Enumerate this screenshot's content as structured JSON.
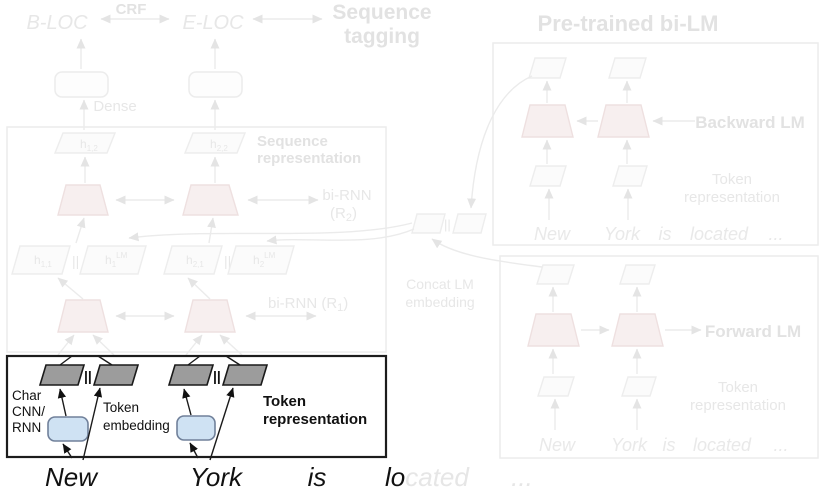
{
  "top": {
    "b_loc": "B-LOC",
    "crf": "CRF",
    "e_loc": "E-LOC",
    "seq_tagging_1": "Sequence",
    "seq_tagging_2": "tagging"
  },
  "model": {
    "dense": "Dense",
    "seq_repr_1": "Sequence",
    "seq_repr_2": "representation",
    "bi_rnn_r2": {
      "line1": "bi-RNN",
      "pre": "(R",
      "sub": "2",
      "post": ")"
    },
    "bi_rnn_r1": {
      "pre": "bi-RNN (R",
      "sub": "1",
      "post": ")"
    },
    "bars": "||",
    "h12": {
      "base": "h",
      "sub": "1,2"
    },
    "h22": {
      "base": "h",
      "sub": "2,2"
    },
    "h11": {
      "base": "h",
      "sub": "1,1"
    },
    "h1lm": {
      "base": "h",
      "sub": "1",
      "sup": "LM"
    },
    "h21": {
      "base": "h",
      "sub": "2,1"
    },
    "h2lm": {
      "base": "h",
      "sub": "2",
      "sup": "LM"
    }
  },
  "token_box": {
    "char_1": "Char",
    "char_2": "CNN/",
    "char_3": "RNN",
    "embed_1": "Token",
    "embed_2": "embedding",
    "repr_1": "Token",
    "repr_2": "representation",
    "bars": "||"
  },
  "sentence": {
    "w1": "New",
    "w2": "York",
    "w3": "is",
    "w4_dark": "lo",
    "w4_faded": "cated",
    "dots": "..."
  },
  "bilm": {
    "title": "Pre-trained bi-LM",
    "concat_1": "Concat LM",
    "concat_2": "embedding",
    "concat_bars": "||",
    "backward": {
      "label": "Backward LM",
      "repr_1": "Token",
      "repr_2": "representation",
      "w1": "New",
      "w2": "York",
      "w3": "is",
      "w4": "located",
      "dots": "..."
    },
    "forward": {
      "label": "Forward LM",
      "repr_1": "Token",
      "repr_2": "representation",
      "w1": "New",
      "w2": "York",
      "w3": "is",
      "w4": "located",
      "dots": "..."
    }
  },
  "colors": {
    "faded_gray": "#e9e9e9",
    "trapezoid_pink": "#f7efef",
    "dark_parallelogram": "#9c9c9c",
    "char_rnn_blue": "#cfe2f3",
    "ink": "#111111"
  }
}
